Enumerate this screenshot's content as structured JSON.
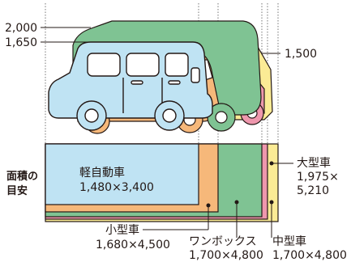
{
  "height_labels": {
    "h2000": "2,000",
    "h1650": "1,650",
    "h1500": "1,500"
  },
  "section_label": {
    "line1": "面積の",
    "line2": "目安"
  },
  "vehicles": [
    {
      "key": "kei",
      "name": "軽自動車",
      "dims": "1,480×3,400",
      "color": "#bfe3f3"
    },
    {
      "key": "small",
      "name": "小型車",
      "dims": "1,680×4,500",
      "color": "#f6b87a"
    },
    {
      "key": "onebox",
      "name": "ワンボックス",
      "dims": "1,700×4,800",
      "color": "#7fc393"
    },
    {
      "key": "midsize",
      "name": "中型車",
      "dims": "1,700×4,800",
      "color": "#ee97ad"
    },
    {
      "key": "large",
      "name": "大型車",
      "dims_line1": "1,975×",
      "dims_line2": "5,210",
      "color": "#fbeb95"
    }
  ]
}
